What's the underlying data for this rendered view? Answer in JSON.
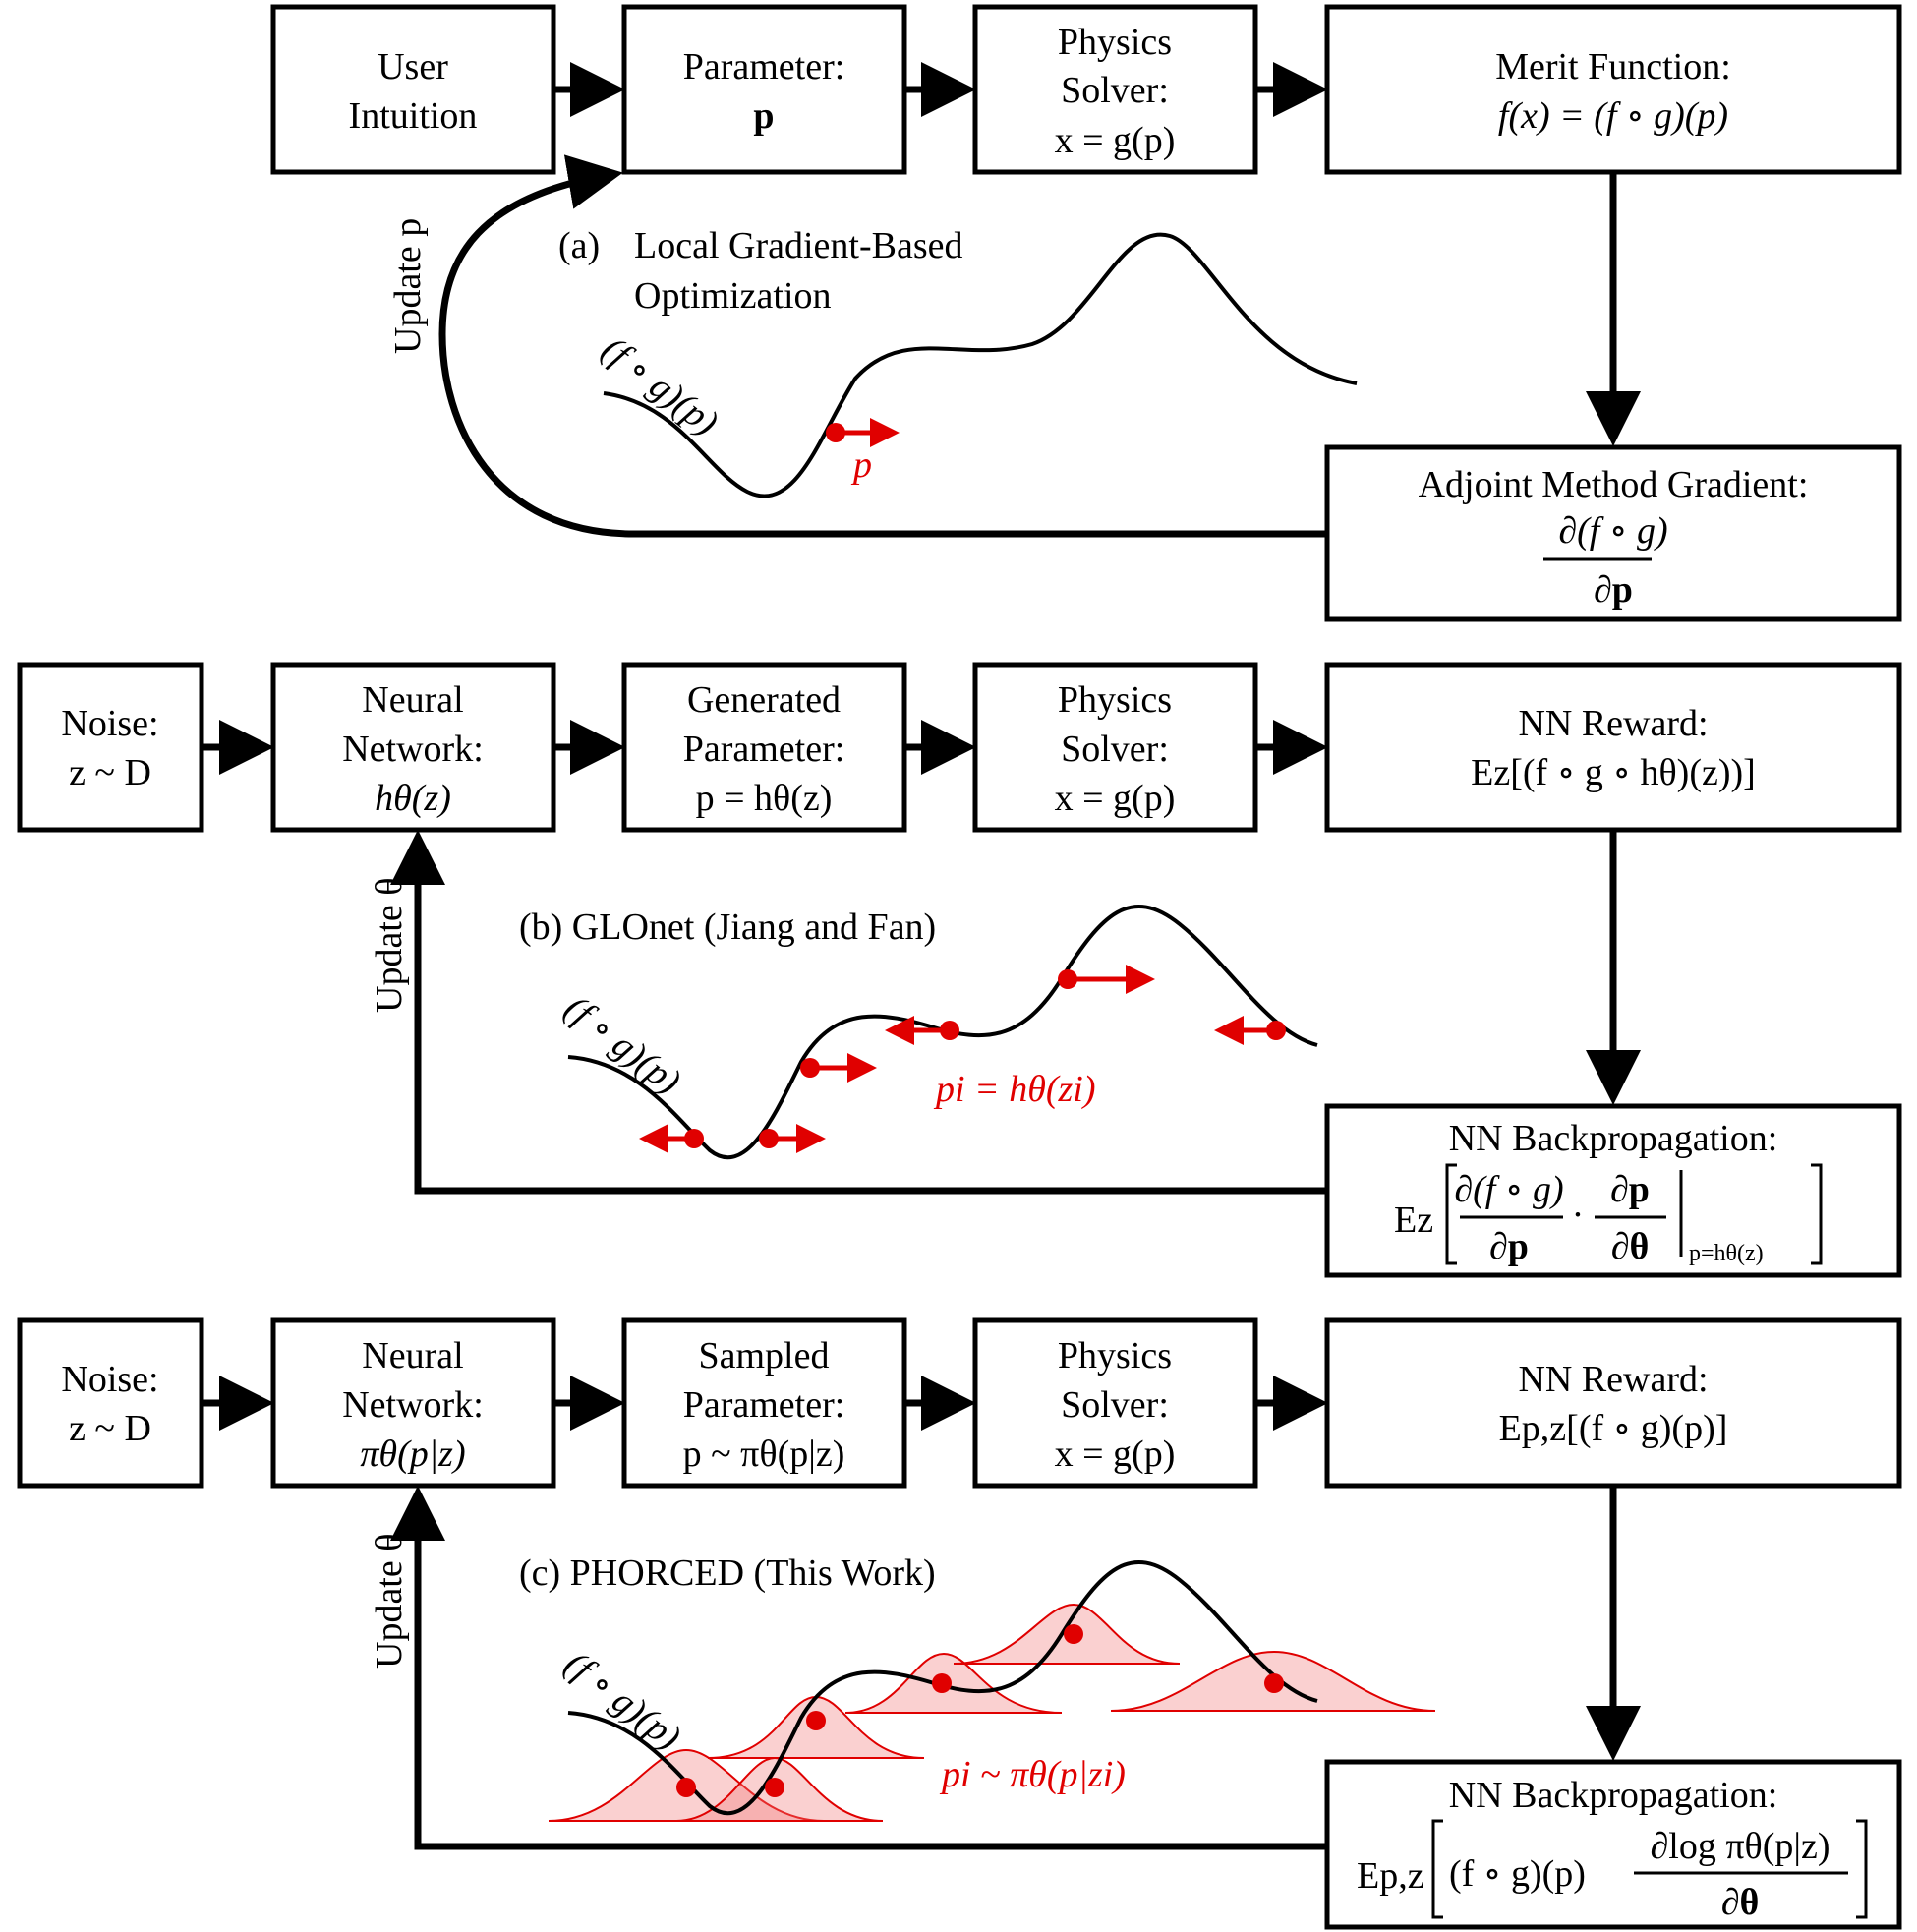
{
  "panel_a": {
    "caption_tag": "(a)",
    "caption_l1": "Local Gradient-Based",
    "caption_l2": "Optimization",
    "box_user": [
      "User",
      "Intuition"
    ],
    "box_param": {
      "l1": "Parameter:",
      "l2": "p"
    },
    "box_solver": {
      "l1": "Physics",
      "l2": "Solver:",
      "l3": "x = g(p)"
    },
    "box_merit": {
      "l1": "Merit Function:",
      "l2": "f(x) = (f ∘ g)(p)"
    },
    "box_adjoint": {
      "l1": "Adjoint Method Gradient:",
      "num": "∂(f ∘ g)",
      "den": "∂p"
    },
    "update_label": "Update p",
    "curve_label": "(f ∘ g)(p)",
    "point_label": "p"
  },
  "panel_b": {
    "caption": "(b) GLOnet (Jiang and Fan)",
    "box_noise": {
      "l1": "Noise:",
      "l2": "z ~ D"
    },
    "box_nn": {
      "l1": "Neural",
      "l2": "Network:",
      "l3": "hθ(z)"
    },
    "box_gen": {
      "l1": "Generated",
      "l2": "Parameter:",
      "l3": "p = hθ(z)"
    },
    "box_solver": {
      "l1": "Physics",
      "l2": "Solver:",
      "l3": "x = g(p)"
    },
    "box_reward": {
      "l1": "NN Reward:",
      "l2": "Ez[(f ∘ g ∘ hθ)(z))]"
    },
    "box_backprop": {
      "l1": "NN Backpropagation:",
      "E": "Ez",
      "num1": "∂(f ∘ g)",
      "den1": "∂p",
      "dot": "·",
      "num2": "∂p",
      "den2": "∂θ",
      "eval": "p=hθ(z)"
    },
    "update_label": "Update θ",
    "curve_label": "(f ∘ g)(p)",
    "point_label": "pi = hθ(zi)"
  },
  "panel_c": {
    "caption": "(c) PHORCED (This Work)",
    "box_noise": {
      "l1": "Noise:",
      "l2": "z ~ D"
    },
    "box_nn": {
      "l1": "Neural",
      "l2": "Network:",
      "l3": "πθ(p|z)"
    },
    "box_sampled": {
      "l1": "Sampled",
      "l2": "Parameter:",
      "l3": "p ~ πθ(p|z)"
    },
    "box_solver": {
      "l1": "Physics",
      "l2": "Solver:",
      "l3": "x = g(p)"
    },
    "box_reward": {
      "l1": "NN Reward:",
      "l2": "Ep,z[(f ∘ g)(p)]"
    },
    "box_backprop": {
      "l1": "NN Backpropagation:",
      "E": "Ep,z",
      "lhs": "(f ∘ g)(p)",
      "num": "∂log πθ(p|z)",
      "den": "∂θ"
    },
    "update_label": "Update θ",
    "curve_label": "(f ∘ g)(p)",
    "point_label": "pi ~ πθ(p|zi)"
  },
  "colors": {
    "accent": "#e00000",
    "line": "#000000"
  }
}
